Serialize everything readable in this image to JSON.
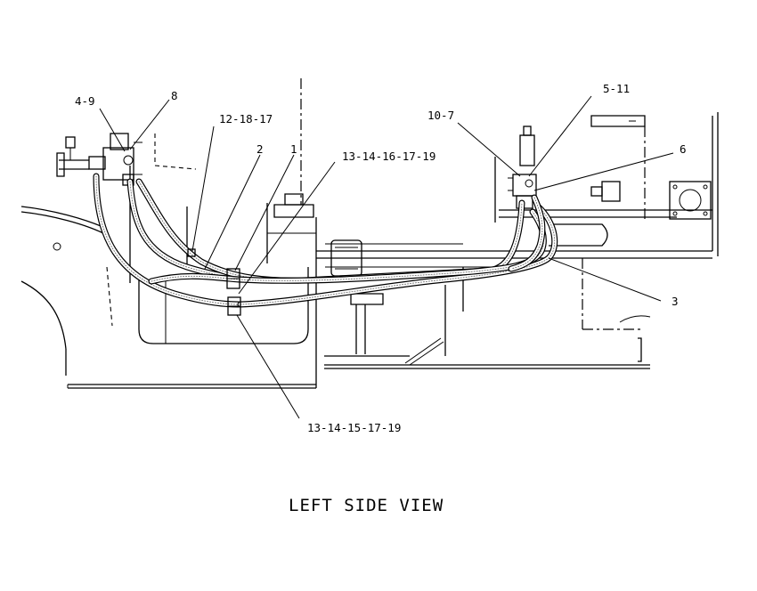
{
  "caption": "LEFT SIDE VIEW",
  "callouts": {
    "c4_9": "4-9",
    "c8": "8",
    "c12_18_17": "12-18-17",
    "c2": "2",
    "c1": "1",
    "c13_14_16_17_19": "13-14-16-17-19",
    "c10_7": "10-7",
    "c5_11": "5-11",
    "c6": "6",
    "c3": "3",
    "c13_14_15_17_19": "13-14-15-17-19"
  }
}
